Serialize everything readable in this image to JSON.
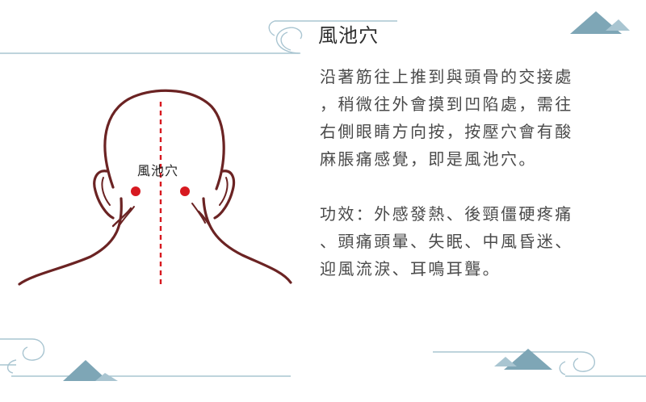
{
  "illustration": {
    "point_label": "風池穴"
  },
  "content": {
    "title": "風池穴",
    "description_lines": [
      "沿著筋往上推到與頭骨的交接處",
      "，稍微往外會摸到凹陷處，需往",
      "右側眼睛方向按，按壓穴會有酸",
      "麻脹痛感覺，即是風池穴。"
    ],
    "effects_lines": [
      "功效：外感發熱、後頸僵硬疼痛",
      "、頭痛頭暈、失眠、中風昏迷、",
      "迎風流淚、耳鳴耳聾。"
    ]
  },
  "colors": {
    "accent": "#d71920",
    "outline": "#6b2323",
    "decor": "#8fb1bf"
  }
}
